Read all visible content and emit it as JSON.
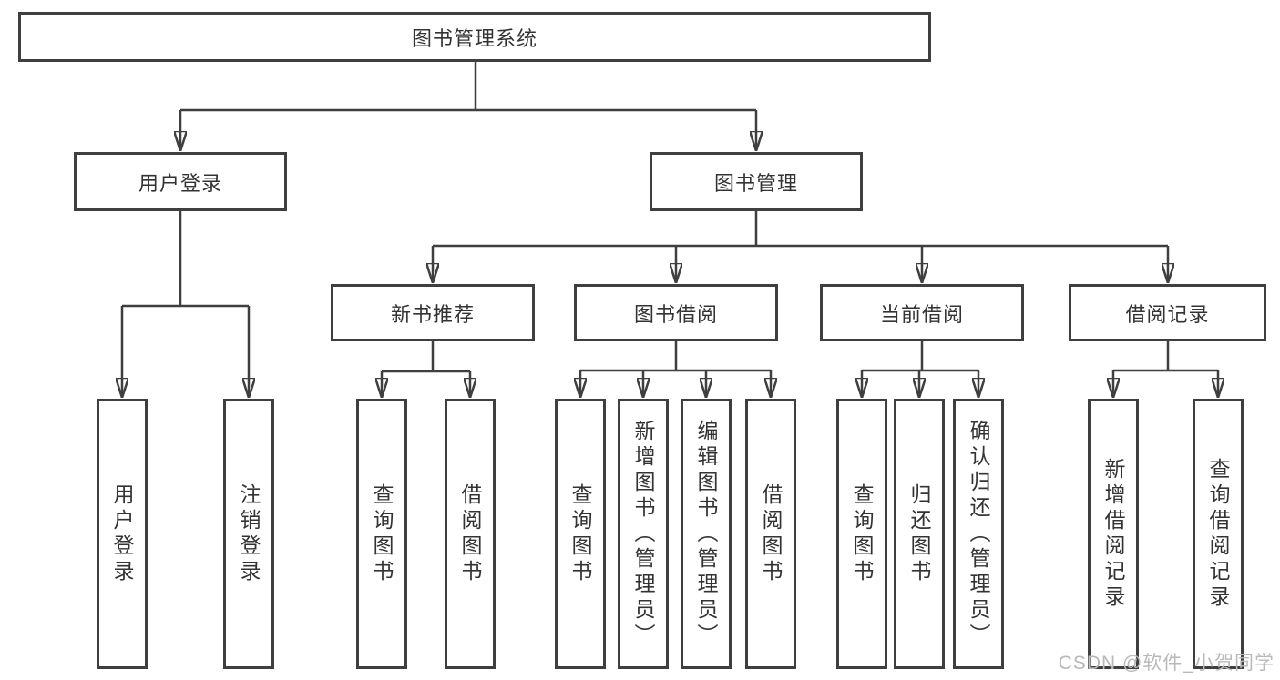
{
  "colors": {
    "border": "#3f3f3f",
    "text": "#333333",
    "background": "#ffffff",
    "watermark_color": "#b9b9b9"
  },
  "watermark": "CSDN @软件_小贺同学",
  "tree": {
    "root": "图书管理系统",
    "branches": [
      {
        "label": "用户登录",
        "children": [
          {
            "label": "用户登录"
          },
          {
            "label": "注销登录"
          }
        ]
      },
      {
        "label": "图书管理",
        "sections": [
          {
            "label": "新书推荐",
            "children": [
              {
                "label": "查询图书"
              },
              {
                "label": "借阅图书"
              }
            ]
          },
          {
            "label": "图书借阅",
            "children": [
              {
                "label": "查询图书"
              },
              {
                "label": "新增图书（管理员）"
              },
              {
                "label": "编辑图书（管理员）"
              },
              {
                "label": "借阅图书"
              }
            ]
          },
          {
            "label": "当前借阅",
            "children": [
              {
                "label": "查询图书"
              },
              {
                "label": "归还图书"
              },
              {
                "label": "确认归还（管理员）"
              }
            ]
          },
          {
            "label": "借阅记录",
            "children": [
              {
                "label": "新增借阅记录"
              },
              {
                "label": "查询借阅记录"
              }
            ]
          }
        ]
      }
    ]
  }
}
